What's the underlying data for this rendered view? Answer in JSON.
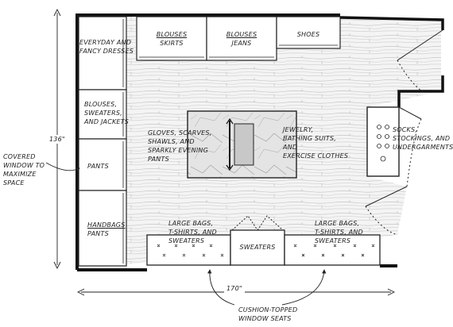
{
  "labels": {
    "dresses": [
      "EVERYDAY AND",
      "FANCY DRESSES"
    ],
    "blouses_skirts": [
      "BLOUSES",
      "SKIRTS"
    ],
    "blouses_jeans": [
      "BLOUSES",
      "JEANS"
    ],
    "shoes": "SHOES",
    "blouses_sweaters_jackets": [
      "BLOUSES,",
      "SWEATERS,",
      "AND JACKETS"
    ],
    "pants": "PANTS",
    "handbags_pants": [
      "HANDBAGS",
      "PANTS"
    ],
    "island_left": [
      "GLOVES, SCARVES,",
      "SHAWLS, AND",
      "SPARKLY EVENING",
      "PANTS"
    ],
    "island_right": [
      "JEWELRY,",
      "BATHING SUITS,",
      "AND",
      "EXERCISE CLOTHES"
    ],
    "socks": [
      "SOCKS,",
      "STOCKINGS, AND",
      "UNDERGARMENTS"
    ],
    "large_bags_left": [
      "LARGE BAGS,",
      "T-SHIRTS, AND",
      "SWEATERS"
    ],
    "large_bags_right": [
      "LARGE BAGS,",
      "T-SHIRTS, AND",
      "SWEATERS"
    ],
    "sweaters": "SWEATERS",
    "cushion": [
      "CUSHION-TOPPED",
      "WINDOW SEATS"
    ],
    "covered_window": [
      "COVERED",
      "WINDOW TO",
      "MAXIMIZE",
      "SPACE"
    ],
    "dim_height": "136\"",
    "dim_width": "170\""
  }
}
